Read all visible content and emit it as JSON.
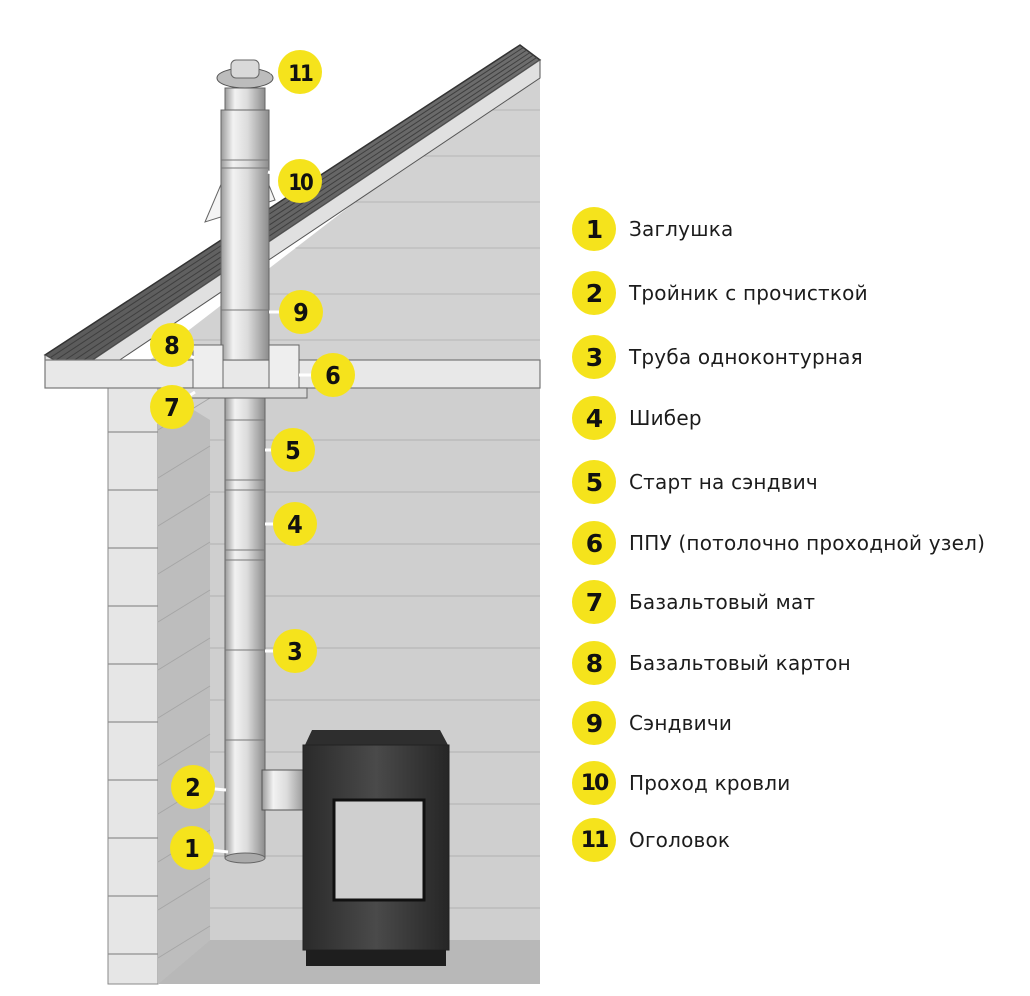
{
  "callouts": [
    "1",
    "2",
    "3",
    "4",
    "5",
    "6",
    "7",
    "8",
    "9",
    "10",
    "11"
  ],
  "legend": [
    {
      "num": "1",
      "label": "Заглушка"
    },
    {
      "num": "2",
      "label": "Тройник с прочисткой"
    },
    {
      "num": "3",
      "label": "Труба одноконтурная"
    },
    {
      "num": "4",
      "label": "Шибер"
    },
    {
      "num": "5",
      "label": "Старт на сэндвич"
    },
    {
      "num": "6",
      "label": "ППУ (потолочно проходной узел)"
    },
    {
      "num": "7",
      "label": "Базальтовый мат"
    },
    {
      "num": "8",
      "label": "Базальтовый картон"
    },
    {
      "num": "9",
      "label": "Сэндвичи"
    },
    {
      "num": "10",
      "label": "Проход кровли"
    },
    {
      "num": "11",
      "label": "Оголовок"
    }
  ],
  "colors": {
    "badge": "#f5e31c",
    "text": "#1c1c1c",
    "wall": "#d6d6d6",
    "stove": "#3a3a3a"
  }
}
